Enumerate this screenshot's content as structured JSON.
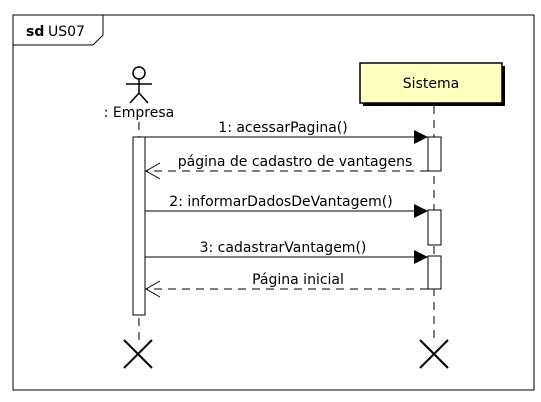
{
  "frame": {
    "keyword": "sd",
    "name": "US07"
  },
  "participants": {
    "actor": {
      "label": ": Empresa"
    },
    "system": {
      "label": "Sistema"
    }
  },
  "messages": [
    {
      "label": "1: acessarPagina()",
      "kind": "sync-call"
    },
    {
      "label": "página de cadastro de vantagens",
      "kind": "return"
    },
    {
      "label": "2: informarDadosDeVantagem()",
      "kind": "sync-call"
    },
    {
      "label": "3: cadastrarVantagem()",
      "kind": "sync-call"
    },
    {
      "label": "Página inicial",
      "kind": "return"
    }
  ],
  "colors": {
    "system_box_fill": "#FFFFC0",
    "line": "#000000",
    "activation_fill": "#FFFFFF"
  },
  "icons": {
    "actor": "stick-figure-icon",
    "destroy": "destroy-x-icon"
  }
}
